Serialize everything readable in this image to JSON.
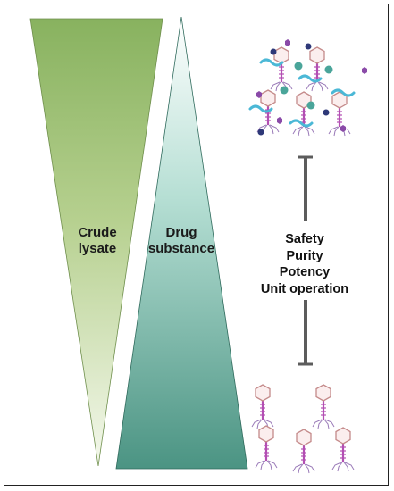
{
  "labels": {
    "crude": [
      "Crude",
      "lysate"
    ],
    "drug": [
      "Drug",
      "substance"
    ]
  },
  "properties": [
    "Safety",
    "Purity",
    "Potency",
    "Unit operation"
  ],
  "colors": {
    "crude_dark": "#8db566",
    "crude_light": "#f1f6e7",
    "drug_dark": "#4e9886",
    "drug_light": "#ffffff",
    "bar": "#5c5c5c",
    "phage_outline": "#c48a8a",
    "phage_fill": "#fbeeee",
    "tail": "#b34fb3",
    "dna": "#4bb8d6",
    "teal_particle": "#4aa59a",
    "navy_particle": "#2e3878",
    "purple_particle": "#8a4aa8"
  }
}
